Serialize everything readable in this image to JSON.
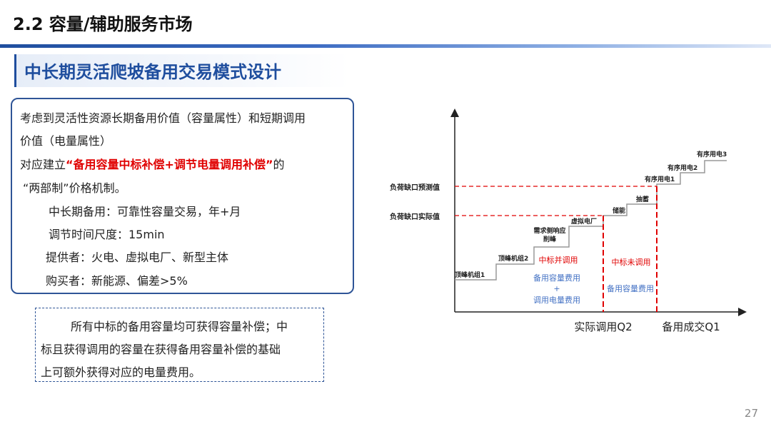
{
  "header": {
    "section_title": "2.2 容量/辅助服务市场"
  },
  "slide": {
    "subtitle": "中长期灵活爬坡备用交易模式设计"
  },
  "info": {
    "line1": "考虑到灵活性资源长期备用价值（容量属性）和短期调用",
    "line2": "价值（电量属性）",
    "line3_prefix": "对应建立",
    "line3_highlight": "“备用容量中标补偿+调节电量调用补偿”",
    "line3_suffix": "的",
    "line4": "“两部制”价格机制。",
    "line5": "中长期备用：可靠性容量交易，年+月",
    "line6": "调节时间尺度：15min",
    "line7": "提供者：火电、虚拟电厂、新型主体",
    "line8": "购买者：新能源、偏差>5%"
  },
  "note": {
    "line1": "所有中标的备用容量均可获得容量补偿；中",
    "line2": "标且获得调用的容量在获得备用容量补偿的基础",
    "line3": "上可额外获得对应的电量费用。"
  },
  "diagram": {
    "label_forecast": "负荷缺口预测值",
    "label_actual": "负荷缺口实际值",
    "steps": [
      "顶峰机组1",
      "顶峰机组2",
      "需求侧响应\n削峰",
      "虚拟电厂",
      "储能",
      "抽蓄",
      "有序用电1",
      "有序用电2",
      "有序用电3"
    ],
    "zone_called_title": "中标并调用",
    "zone_called_fee1": "备用容量费用",
    "zone_called_plus": "+",
    "zone_called_fee2": "调用电量费用",
    "zone_uncalled_title": "中标未调用",
    "zone_uncalled_fee": "备用容量费用",
    "axis_q2": "实际调用Q2",
    "axis_q1": "备用成交Q1",
    "colors": {
      "red": "#e00000",
      "gray": "#999999",
      "blue": "#4472c4",
      "dark": "#222222"
    }
  },
  "page_number": "27"
}
